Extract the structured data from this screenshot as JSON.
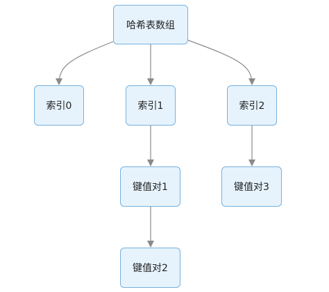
{
  "diagram": {
    "nodes": {
      "root": "哈希表数组",
      "index0": "索引0",
      "index1": "索引1",
      "index2": "索引2",
      "kv1": "键值对1",
      "kv2": "键值对2",
      "kv3": "键值对3"
    },
    "edges": [
      {
        "from": "root",
        "to": "index0"
      },
      {
        "from": "root",
        "to": "index1"
      },
      {
        "from": "root",
        "to": "index2"
      },
      {
        "from": "index1",
        "to": "kv1"
      },
      {
        "from": "index2",
        "to": "kv3"
      },
      {
        "from": "kv1",
        "to": "kv2"
      }
    ],
    "colors": {
      "node_fill": "#e6f3fd",
      "node_border": "#75b0dc",
      "edge": "#8a8a8a",
      "text": "#222222"
    }
  }
}
